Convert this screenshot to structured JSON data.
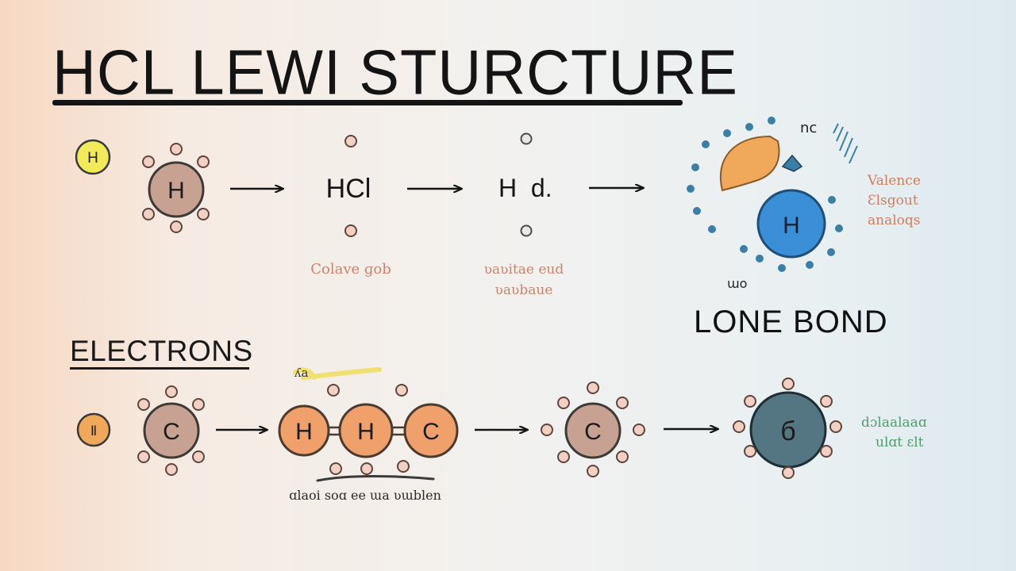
{
  "title": "HCL LEWI STURCTURE",
  "section_heading": "ELECTRONS",
  "right_heading": "LONE BOND",
  "top_row": {
    "small_atom": "H",
    "big_atom": "H",
    "molecule": "HCl",
    "h_dot": "H  d.",
    "caption_1": "Colave ɡob",
    "caption_2_line1": "ʋaʋitae eud",
    "caption_2_line2": "ʋaʋbaue",
    "blue_atom": "H",
    "blue_label": "nc",
    "blue_lower_label": "ɯo",
    "side_note_line1": "Valence",
    "side_note_line2": "Ɛlsgout",
    "side_note_line3": "analoqs"
  },
  "bottom_row": {
    "small_atom": "Ⅱ",
    "atom_1": "C",
    "chain_atoms": [
      "H",
      "H",
      "C"
    ],
    "atom_3": "C",
    "dark_atom": "б",
    "caption": "ɑlaoi soɑ ee ɯa ʋɯblen",
    "side_note_line1": "dɔlaalaaɑ",
    "side_note_line2": "ulɑt ɛlt",
    "highlight_mark": "ʎa"
  },
  "colors": {
    "ink": "#141414",
    "yellow_atom": "#f1eb5a",
    "tan_atom": "#c7a293",
    "electron_dot": "#f3d0c4",
    "electron_dot_stroke": "#5e463f",
    "orange_atom": "#f0a06a",
    "blue_atom": "#3b8fd6",
    "slate_atom": "#547582",
    "caption_red": "#c9836e",
    "caption_green": "#4c9f6c",
    "dot_blue": "#3b7fa6"
  }
}
